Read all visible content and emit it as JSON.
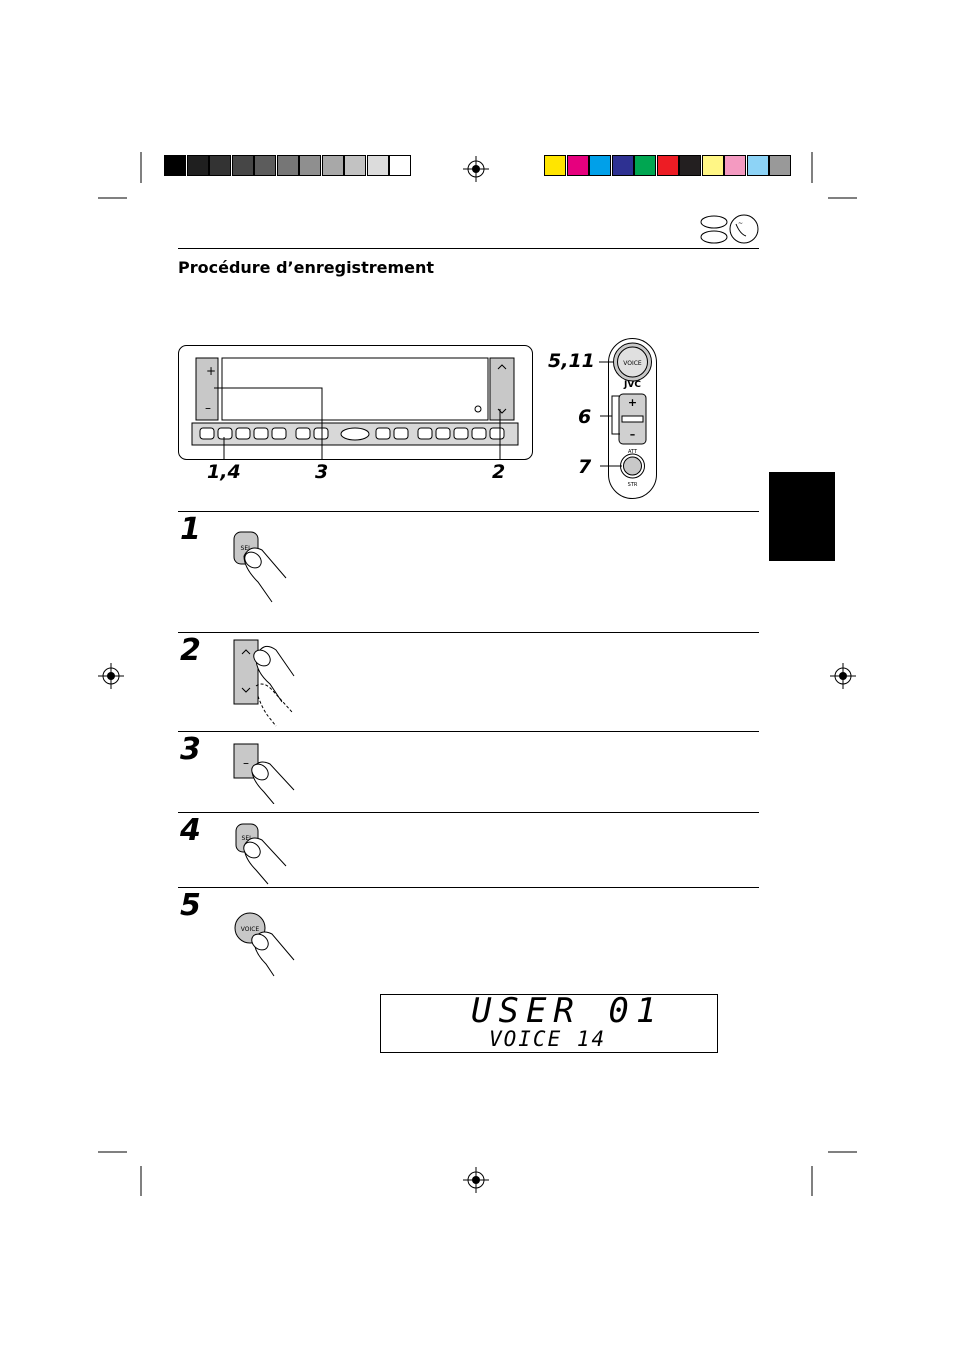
{
  "header": {
    "title": "Procédure d’enregistrement"
  },
  "colors": {
    "gray_bar": [
      "#000000",
      "#1f1f1f",
      "#333333",
      "#464646",
      "#5c5c5c",
      "#767676",
      "#8f8f8f",
      "#a8a8a8",
      "#c2c2c2",
      "#dcdcdc",
      "#ffffff"
    ],
    "color_bar": [
      "#ffe500",
      "#e6007e",
      "#00a0e9",
      "#2e3192",
      "#00a651",
      "#ed1c24",
      "#231f20",
      "#fff685",
      "#f49ac1",
      "#8dd3f6",
      "#999999"
    ]
  },
  "callouts": {
    "c_5_11": "5,11",
    "c_6": "6",
    "c_7": "7",
    "c_1_4": "1,4",
    "c_3": "3",
    "c_2": "2"
  },
  "panel": {
    "plus": "+",
    "minus": "–"
  },
  "remote": {
    "voice": "VOICE",
    "brand": "JVC",
    "plus": "+",
    "minus": "–",
    "att": "ATT",
    "str": "STR"
  },
  "steps": [
    {
      "num": "1",
      "button": "SEL"
    },
    {
      "num": "2"
    },
    {
      "num": "3",
      "button": "–"
    },
    {
      "num": "4",
      "button": "SEL"
    },
    {
      "num": "5",
      "button": "VOICE"
    }
  ],
  "lcd": {
    "line1": "USER 01",
    "line2": "VOICE 14"
  }
}
